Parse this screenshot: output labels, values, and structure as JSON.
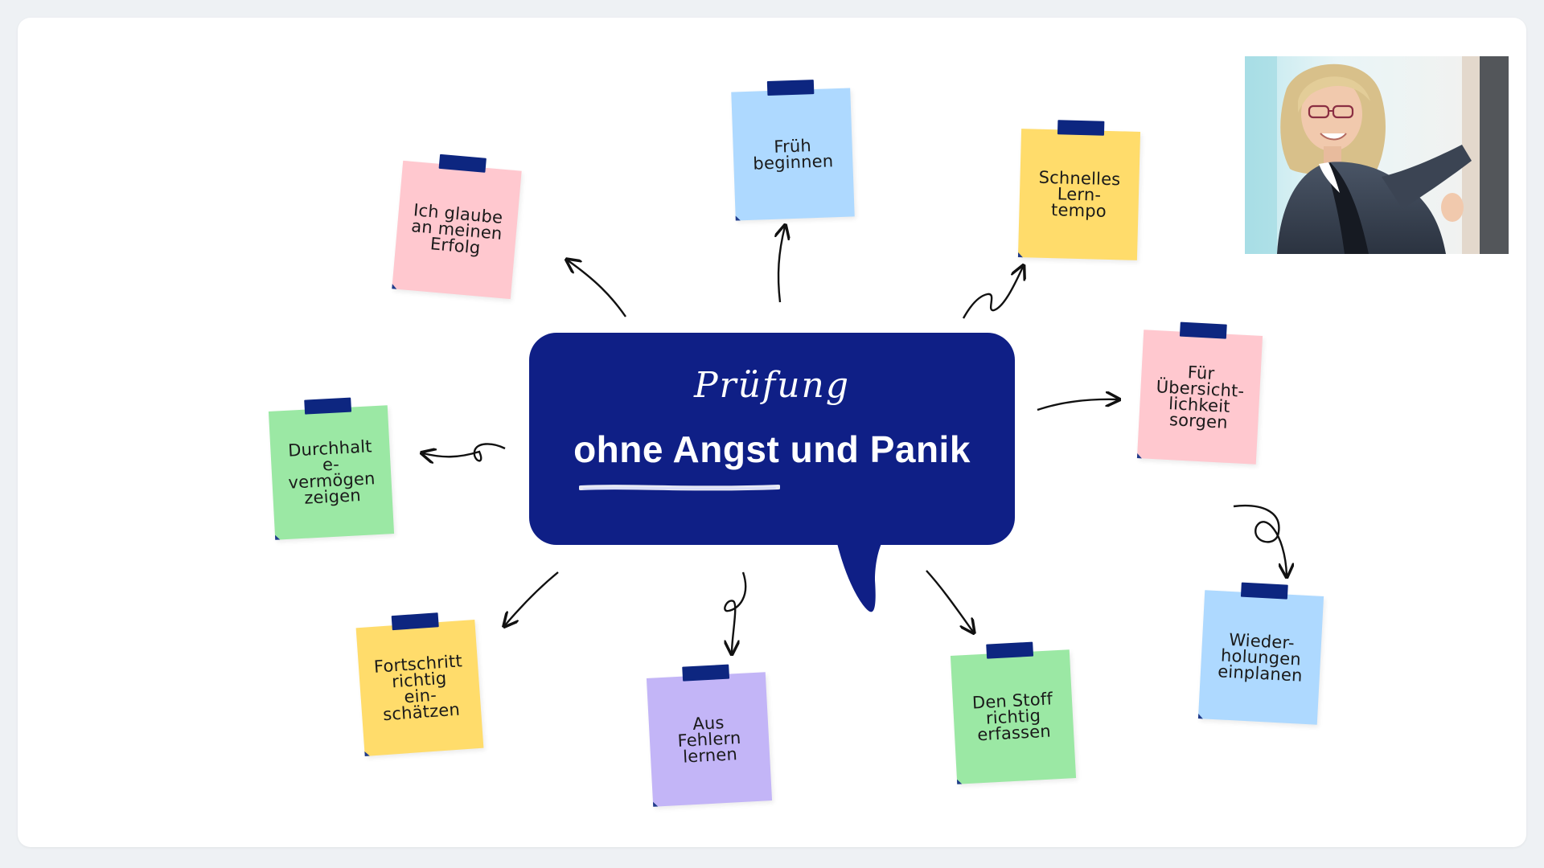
{
  "bubble": {
    "script_text": "Prüfung",
    "headline": "ohne Angst und Panik"
  },
  "notes": [
    {
      "id": "frueh",
      "label": "Früh\nbeginnen",
      "color": "#aed9ff"
    },
    {
      "id": "schnelles",
      "label": "Schnelles\nLern-\ntempo",
      "color": "#ffdc6b"
    },
    {
      "id": "uebersicht",
      "label": "Für\nÜbersicht-\nlichkeit\nsorgen",
      "color": "#ffc8cf"
    },
    {
      "id": "wiederholungen",
      "label": "Wieder-\nholungen\neinplanen",
      "color": "#aed9ff"
    },
    {
      "id": "stoff",
      "label": "Den Stoff\nrichtig\nerfassen",
      "color": "#9be8a4"
    },
    {
      "id": "fehler",
      "label": "Aus\nFehlern\nlernen",
      "color": "#c3b5f7"
    },
    {
      "id": "fortschritt",
      "label": "Fortschritt\nrichtig\nein-\nschätzen",
      "color": "#ffdc6b"
    },
    {
      "id": "durchhalt",
      "label": "Durchhalt\ne-\nvermögen\nzeigen",
      "color": "#9be8a4"
    },
    {
      "id": "glaube",
      "label": "Ich glaube\nan meinen\nErfolg",
      "color": "#ffc8cf"
    }
  ],
  "colors": {
    "bubble": "#0f1f86",
    "tape": "#0d2680",
    "arrow": "#111111",
    "background": "#eef1f4"
  },
  "icons": {
    "photo": "woman-portrait-photo"
  }
}
